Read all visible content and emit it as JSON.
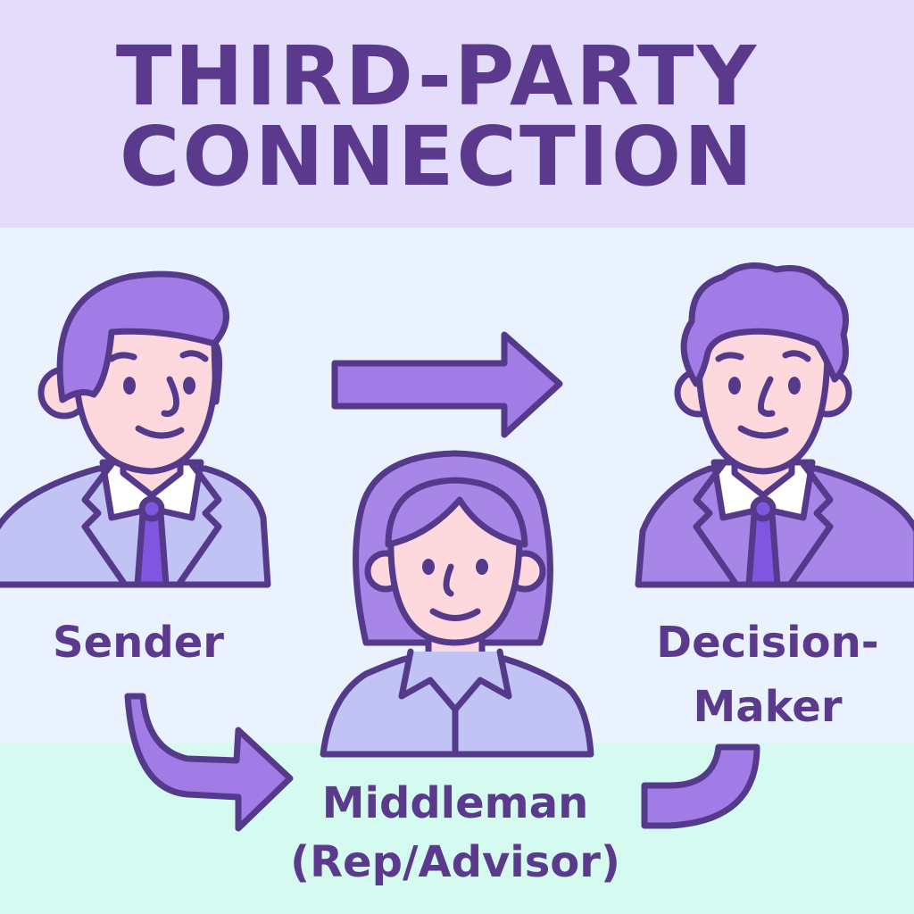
{
  "title": {
    "line1": "THIRD-PARTY",
    "line2": "CONNECTION"
  },
  "people": {
    "sender": {
      "label": "Sender"
    },
    "decision_maker": {
      "label_line1": "Decision-",
      "label_line2": "Maker"
    },
    "middleman": {
      "label_line1": "Middleman",
      "label_line2": "(Rep/Advisor)"
    }
  },
  "colors": {
    "text": "#5b3a8e",
    "outline": "#553a8c",
    "arrow_fill": "#a27ce6",
    "header_bg": "#e4dcfb",
    "middle_bg": "#eaf2fd",
    "bottom_bg": "#d5fbf0",
    "skin": "#fdd9de",
    "suit_light": "#c0c3f3",
    "suit_dark": "#a886e8"
  }
}
